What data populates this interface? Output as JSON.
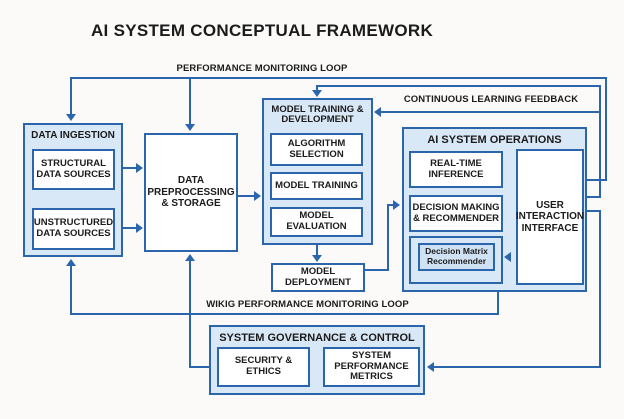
{
  "title": "AI SYSTEM CONCEPTUAL FRAMEWORK",
  "loops": {
    "performance_monitoring": "PERFORMANCE MONITORING LOOP",
    "continuous_learning": "CONTINUOUS LEARNING FEEDBACK",
    "wikig_monitoring": "WIKIG PERFORMANCE MONITORING LOOP"
  },
  "panels": {
    "data_ingestion": {
      "title": "DATA INGESTION",
      "structural": "STRUCTURAL DATA SOURCES",
      "unstructured": "UNSTRUCTURED DATA SOURCES"
    },
    "preprocessing": {
      "label": "DATA PREPROCESSING & STORAGE"
    },
    "model_training": {
      "title": "MODEL TRAINING & DEVELOPMENT",
      "algorithm_selection": "ALGORITHM SELECTION",
      "model_training": "MODEL TRAINING",
      "model_evaluation": "MODEL EVALUATION"
    },
    "model_deployment": {
      "label": "MODEL DEPLOYMENT"
    },
    "ai_operations": {
      "title": "AI SYSTEM OPERATIONS",
      "realtime_inference": "REAL-TIME INFERENCE",
      "decision_making": "DECISION MAKING & RECOMMENDER",
      "decision_matrix": "Decision Matrix Recommender",
      "user_interface": "USER INTERACTION INTERFACE"
    },
    "governance": {
      "title": "SYSTEM GOVERNANCE & CONTROL",
      "security": "SECURITY & ETHICS",
      "performance_metrics": "SYSTEM PERFORMANCE METRICS"
    }
  },
  "colors": {
    "line": "#2b66ad",
    "panel_fill": "#d9e8f6",
    "box_fill": "#ffffff",
    "text": "#1b1b1b",
    "background": "#fbfaf8"
  }
}
